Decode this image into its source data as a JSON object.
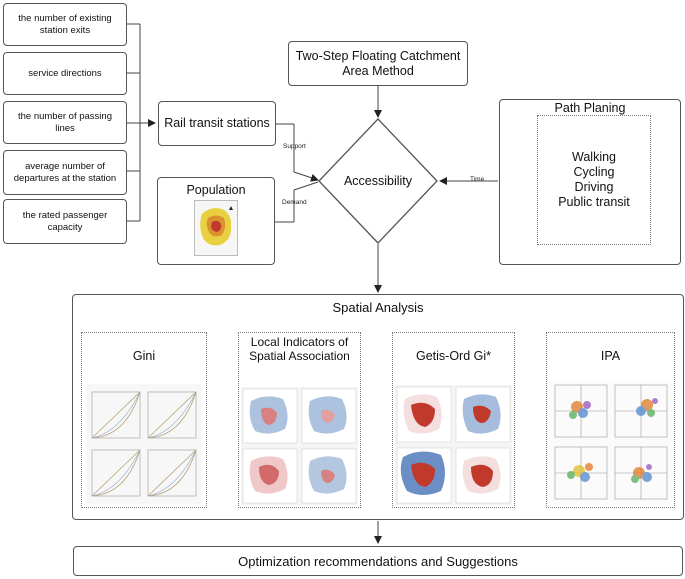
{
  "factors": [
    "the number of existing station exits",
    "service directions",
    "the number of passing lines",
    "average number of departures at the station",
    "the rated passenger capacity"
  ],
  "rail_transit": "Rail transit stations",
  "population": "Population",
  "two_step": "Two-Step Floating Catchment Area Method",
  "accessibility": "Accessibility",
  "path_planing": {
    "title": "Path Planing",
    "modes": [
      "Walking",
      "Cycling",
      "Driving",
      "Public transit"
    ]
  },
  "edge_labels": {
    "support": "Support",
    "demand": "Demand",
    "time": "Time"
  },
  "spatial": {
    "title": "Spatial Analysis",
    "steps": [
      "Gini",
      "Local Indicators of Spatial Association",
      "Getis-Ord Gi*",
      "IPA"
    ]
  },
  "optimization": "Optimization recommendations and Suggestions",
  "colors": {
    "border": "#555555",
    "heat": "#c0392b",
    "lisa": "#6a8fc4",
    "map_yellow": "#e8d040"
  }
}
